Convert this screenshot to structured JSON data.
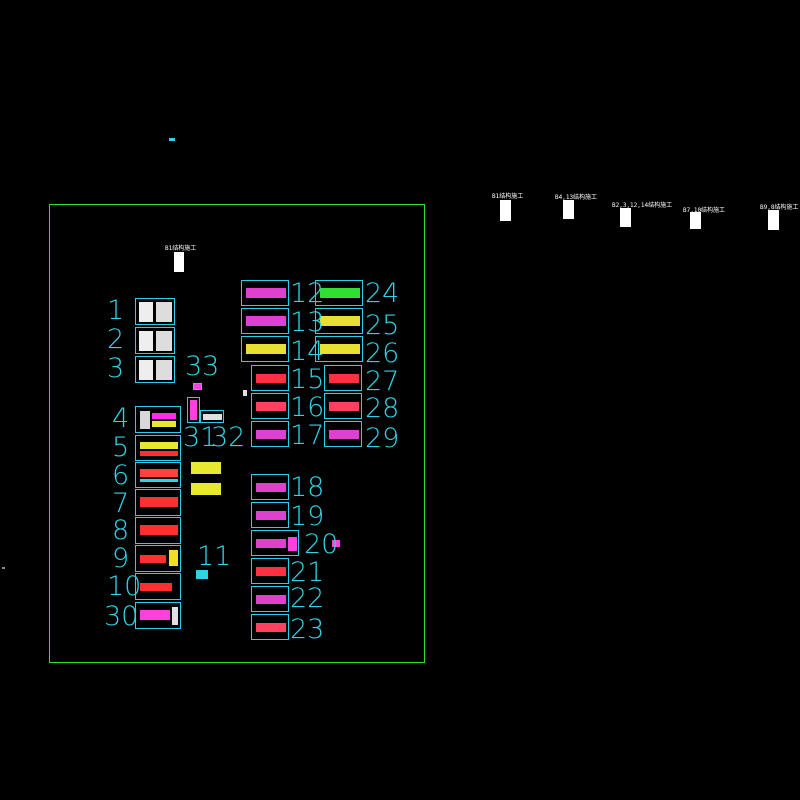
{
  "drawing": {
    "background": "#000000",
    "frame_color": "#2ee02e",
    "sheet_border_color": "#27d0e8",
    "number_color": "#2fd2e6",
    "sheet_numbers": [
      "1",
      "2",
      "3",
      "4",
      "5",
      "6",
      "7",
      "8",
      "9",
      "10",
      "30",
      "11",
      "12",
      "13",
      "14",
      "15",
      "16",
      "17",
      "18",
      "19",
      "20",
      "21",
      "22",
      "23",
      "24",
      "25",
      "26",
      "27",
      "28",
      "29",
      "31",
      "32",
      "33"
    ],
    "labels": {
      "main_tag": "B1结构施工",
      "top_tags": [
        "B1结构施工",
        "B4,13结构施工",
        "B2,3,12,14结构施工",
        "B7,10结构施工",
        "B9,8结构施工"
      ]
    }
  }
}
